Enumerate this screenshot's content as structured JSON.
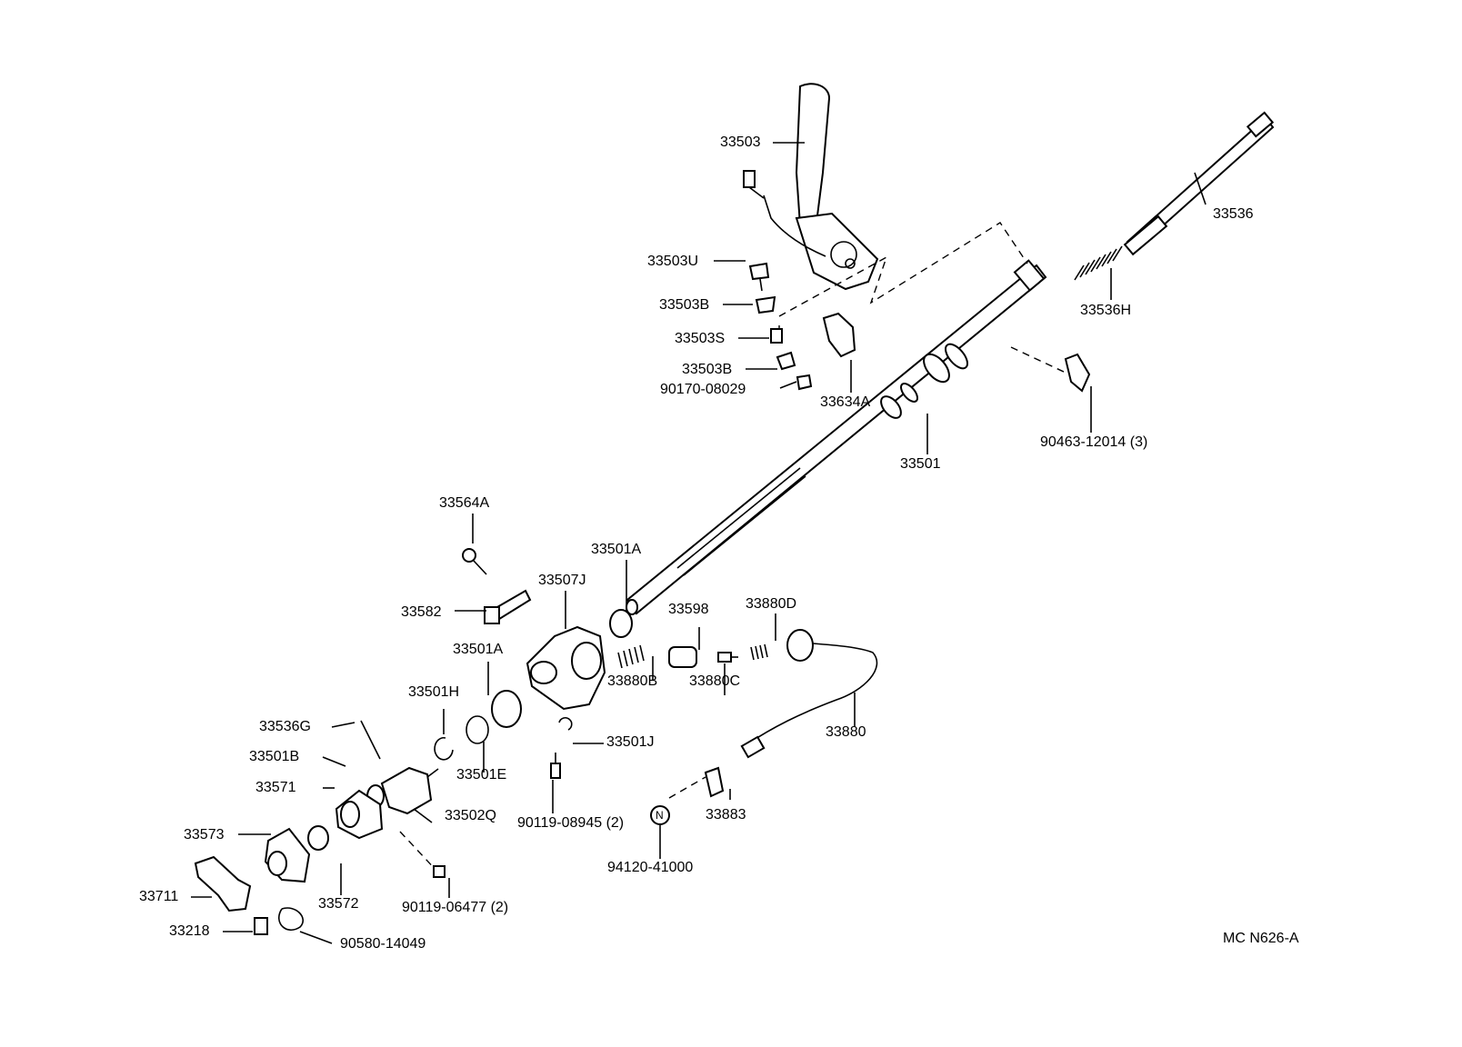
{
  "diagram": {
    "drawing_code": "MC N626-A",
    "parts": [
      {
        "id": "p-33503",
        "label": "33503"
      },
      {
        "id": "p-33536",
        "label": "33536"
      },
      {
        "id": "p-33503u",
        "label": "33503U"
      },
      {
        "id": "p-33503b-top",
        "label": "33503B"
      },
      {
        "id": "p-33536h",
        "label": "33536H"
      },
      {
        "id": "p-33503s",
        "label": "33503S"
      },
      {
        "id": "p-33503b-bot",
        "label": "33503B"
      },
      {
        "id": "p-90170",
        "label": "90170-08029"
      },
      {
        "id": "p-33634a",
        "label": "33634A"
      },
      {
        "id": "p-90463",
        "label": "90463-12014 (3)"
      },
      {
        "id": "p-33501",
        "label": "33501"
      },
      {
        "id": "p-33564a",
        "label": "33564A"
      },
      {
        "id": "p-33501a-top",
        "label": "33501A"
      },
      {
        "id": "p-33507j",
        "label": "33507J"
      },
      {
        "id": "p-33582",
        "label": "33582"
      },
      {
        "id": "p-33598",
        "label": "33598"
      },
      {
        "id": "p-33880d",
        "label": "33880D"
      },
      {
        "id": "p-33501a-mid",
        "label": "33501A"
      },
      {
        "id": "p-33880b",
        "label": "33880B"
      },
      {
        "id": "p-33880c",
        "label": "33880C"
      },
      {
        "id": "p-33501h",
        "label": "33501H"
      },
      {
        "id": "p-33880",
        "label": "33880"
      },
      {
        "id": "p-33536g",
        "label": "33536G"
      },
      {
        "id": "p-33501j",
        "label": "33501J"
      },
      {
        "id": "p-33501b",
        "label": "33501B"
      },
      {
        "id": "p-33501e",
        "label": "33501E"
      },
      {
        "id": "p-33571",
        "label": "33571"
      },
      {
        "id": "p-33502q",
        "label": "33502Q"
      },
      {
        "id": "p-90119-08945",
        "label": "90119-08945 (2)"
      },
      {
        "id": "p-33883",
        "label": "33883"
      },
      {
        "id": "p-33573",
        "label": "33573"
      },
      {
        "id": "p-94120",
        "label": "94120-41000"
      },
      {
        "id": "p-33711",
        "label": "33711"
      },
      {
        "id": "p-33572",
        "label": "33572"
      },
      {
        "id": "p-90119-06477",
        "label": "90119-06477 (2)"
      },
      {
        "id": "p-33218",
        "label": "33218"
      },
      {
        "id": "p-90580",
        "label": "90580-14049"
      }
    ],
    "nut_marker": "N"
  }
}
